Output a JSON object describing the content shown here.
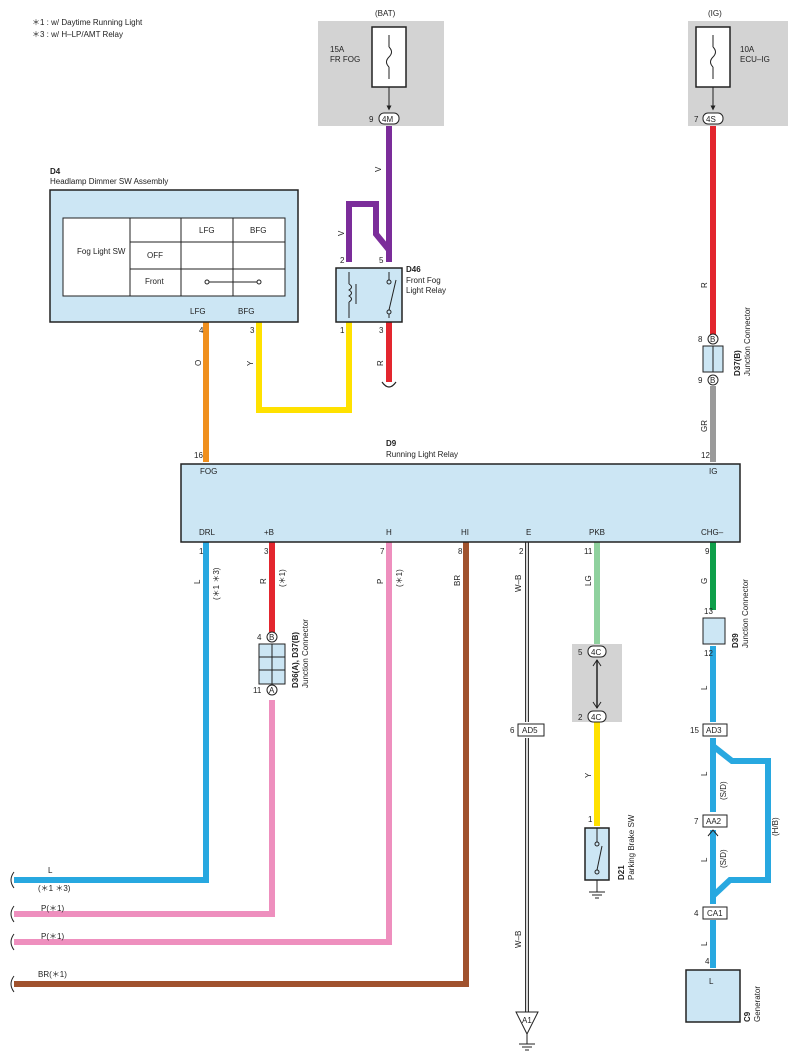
{
  "notes": {
    "n1": "＊1 : w/ Daytime Running Light",
    "n3": "＊3 : w/ H–LP/AMT Relay"
  },
  "fuses": {
    "fog": {
      "source": "(BAT)",
      "amp": "15A",
      "name": "FR FOG",
      "pin": "9",
      "conn": "4M"
    },
    "ecu": {
      "source": "(IG)",
      "amp": "10A",
      "name": "ECU–IG",
      "pin": "7",
      "conn": "4S"
    }
  },
  "d4": {
    "code": "D4",
    "name": "Headlamp Dimmer SW Assembly",
    "table": {
      "col1": "LFG",
      "col2": "BFG",
      "row_group": "Fog Light SW",
      "row_off": "OFF",
      "row_front": "Front"
    },
    "term_lfg": "LFG",
    "term_bfg": "BFG",
    "pin_lfg": "4",
    "pin_bfg": "3"
  },
  "d46": {
    "code": "D46",
    "name1": "Front Fog",
    "name2": "Light Relay",
    "p2": "2",
    "p5": "5",
    "p1": "1",
    "p3": "3"
  },
  "d9": {
    "code": "D9",
    "name": "Running Light Relay",
    "fog": "FOG",
    "ig": "IG",
    "pin_fog": "16",
    "pin_ig": "12",
    "terms": [
      "DRL",
      "+B",
      "H",
      "HI",
      "E",
      "PKB",
      "CHG–"
    ],
    "pins": [
      "1",
      "3",
      "7",
      "8",
      "2",
      "11",
      "9"
    ]
  },
  "d37b": {
    "code": "D37(B)",
    "name": "Junction Connector",
    "conn": "B",
    "pin_top": "8",
    "pin_bot": "9"
  },
  "d36": {
    "code": "D36(A), D37(B)",
    "name": "Junction Connector",
    "conn_b": "B",
    "conn_a": "A",
    "pin_top": "4",
    "pin_bot": "11"
  },
  "d39": {
    "code": "D39",
    "name": "Junction Connector",
    "pin_top": "13",
    "pin_bot": "12"
  },
  "conn4c": {
    "conn": "4C",
    "pin_top": "5",
    "pin_bot": "2"
  },
  "d21": {
    "code": "D21",
    "name": "Parking Brake SW",
    "pin": "1"
  },
  "c9": {
    "code": "C9",
    "name": "Generator",
    "term": "L",
    "pin": "4"
  },
  "connectors": {
    "ad5": {
      "name": "AD5",
      "pin": "6"
    },
    "ad3": {
      "name": "AD3",
      "pin": "15"
    },
    "aa2": {
      "name": "AA2",
      "pin": "7"
    },
    "ca1": {
      "name": "CA1",
      "pin": "4"
    },
    "a1": "A1"
  },
  "wires": {
    "v1": "V",
    "v2": "V",
    "o": "O",
    "y": "Y",
    "r1": "R",
    "r2": "R",
    "gr": "GR",
    "l_drl": "L",
    "l_drl_note": "(＊1 ＊3)",
    "r_b": "R",
    "r_b_note": "(＊1)",
    "p_h": "P",
    "p_h_note": "(＊1)",
    "br": "BR",
    "wb1": "W–B",
    "wb2": "W–B",
    "lg": "LG",
    "y2": "Y",
    "g": "G",
    "l1": "L",
    "l2": "L",
    "l3": "L",
    "l4": "L",
    "l5": "L",
    "sd1": "(S/D)",
    "sd2": "(S/D)",
    "hb": "(H/B)"
  },
  "outgoing": {
    "o1": "L",
    "o1_note": "(＊1 ＊3)",
    "o2": "P(＊1)",
    "o3": "P(＊1)",
    "o4": "BR(＊1)"
  },
  "colors": {
    "violet": "#7b2d9a",
    "red": "#e3262e",
    "orange": "#f0901e",
    "yellow": "#ffe100",
    "gray": "#9a9a9a",
    "blue": "#28a8e0",
    "pink": "#ee8fbe",
    "brown": "#a0522d",
    "light_green": "#8fd19e",
    "green": "#0e9f4a",
    "box": "#cce6f4",
    "shade": "#d3d3d3"
  }
}
